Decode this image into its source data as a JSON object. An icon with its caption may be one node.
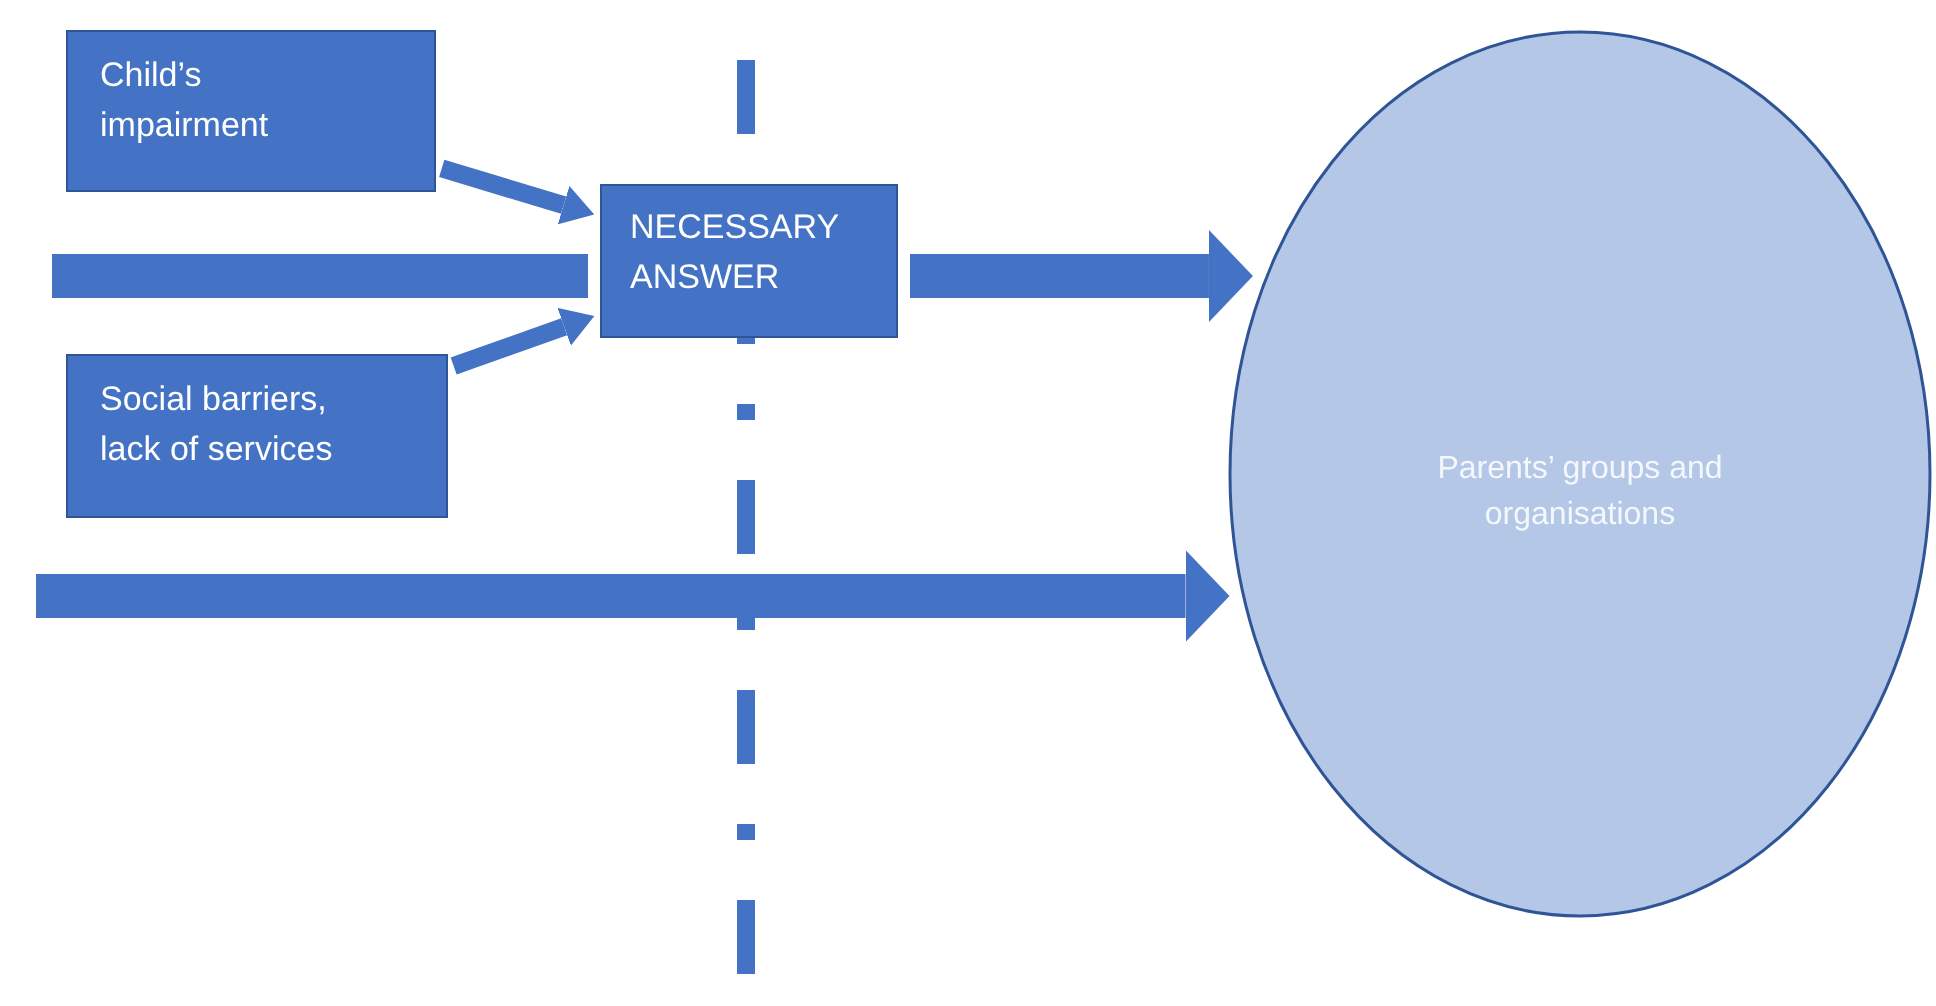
{
  "diagram": {
    "nodes": [
      {
        "text": [
          "Child’s impairment"
        ]
      },
      {
        "text": [
          "NECESSARY ANSWER"
        ]
      },
      {
        "text": [
          "Social barriers, lack of services"
        ]
      },
      {
        "text": [
          "Parents’ groups and organisations"
        ]
      }
    ],
    "edges": [
      {
        "from": 0,
        "to": 1,
        "arrow": "to"
      },
      {
        "from": 2,
        "to": 1,
        "arrow": "to"
      },
      {
        "from": null,
        "to": 1,
        "arrow": "none"
      },
      {
        "from": 1,
        "to": 3,
        "arrow": "to"
      },
      {
        "from": null,
        "to": 3,
        "arrow": "to"
      }
    ]
  }
}
